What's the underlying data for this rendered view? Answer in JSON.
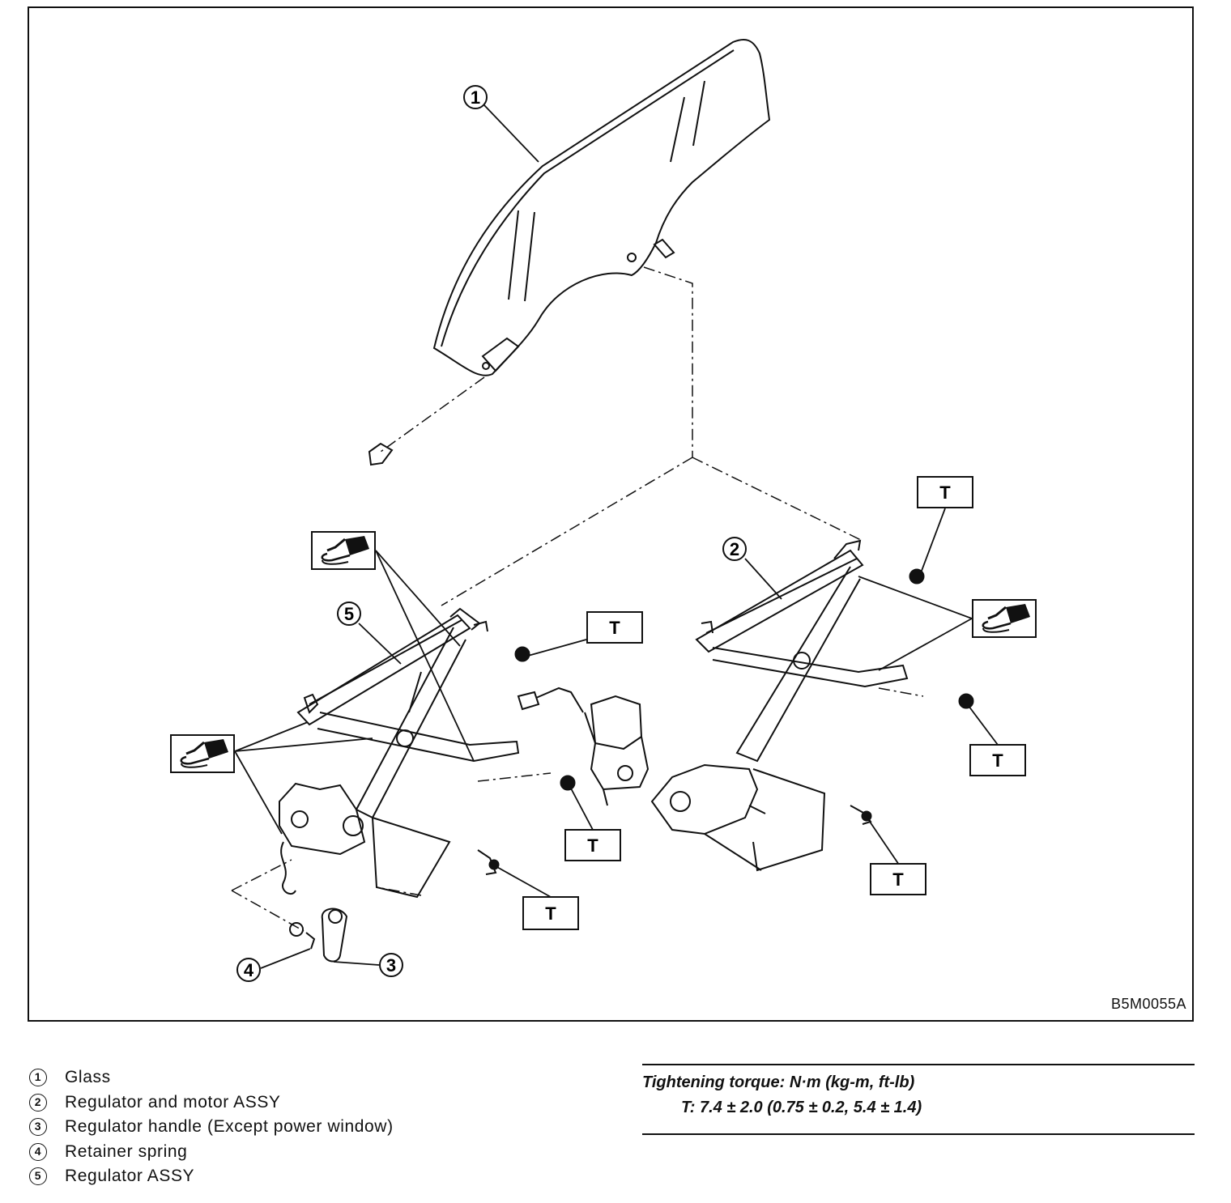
{
  "figure_code": "B5M0055A",
  "torque_mark": "T",
  "callouts": {
    "glass": "1",
    "regulator_motor_assy": "2",
    "regulator_handle": "3",
    "retainer_spring": "4",
    "regulator_assy": "5"
  },
  "legend": [
    {
      "num": "1",
      "label": "Glass"
    },
    {
      "num": "2",
      "label": "Regulator and motor ASSY"
    },
    {
      "num": "3",
      "label": "Regulator handle (Except power window)"
    },
    {
      "num": "4",
      "label": "Retainer spring"
    },
    {
      "num": "5",
      "label": "Regulator ASSY"
    }
  ],
  "torque": {
    "heading": "Tightening torque: N·m (kg-m, ft-lb)",
    "value": "T: 7.4 ± 2.0 (0.75 ± 0.2, 5.4 ± 1.4)"
  },
  "icons": [
    "grease-application-icon"
  ]
}
